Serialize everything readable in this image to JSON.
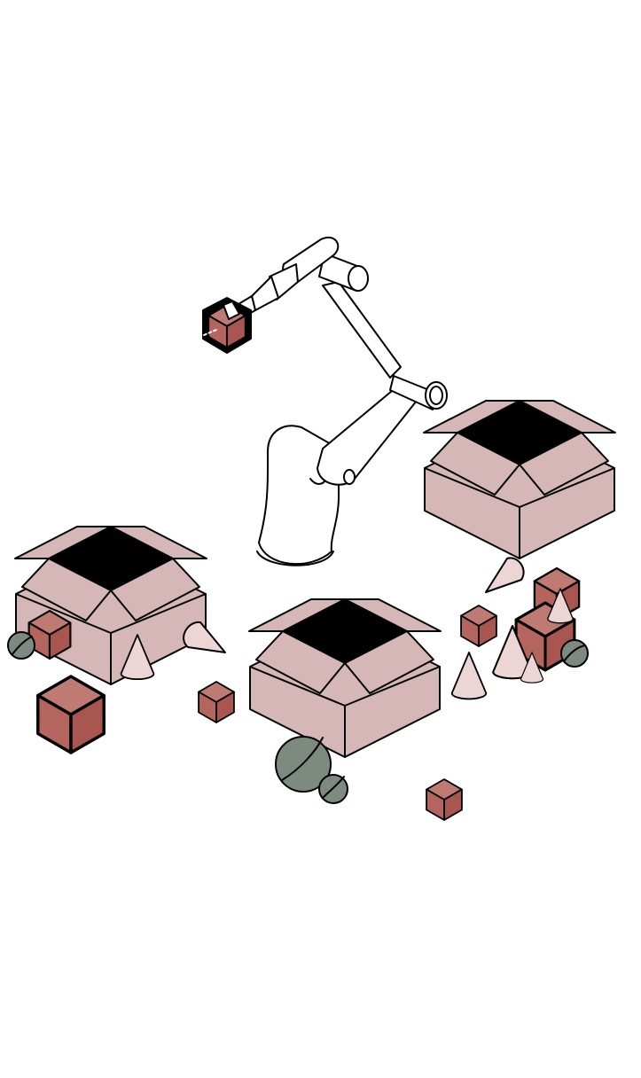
{
  "colors": {
    "background": "#ffffff",
    "outline": "#000000",
    "box_light": "#d5b7b7",
    "box_inside": "#000000",
    "cube_top": "#bf7a74",
    "cube_left": "#b3655e",
    "cube_right": "#a8564f",
    "cone": "#ecd5d5",
    "sphere": "#7c8a80",
    "robot": "#ffffff"
  },
  "icons": [
    "robot-arm-icon",
    "open-box-icon",
    "cube-icon",
    "cone-icon",
    "sphere-icon"
  ],
  "scene": {
    "open_boxes": 3,
    "robot_arms": 1,
    "held_object": "cube"
  }
}
